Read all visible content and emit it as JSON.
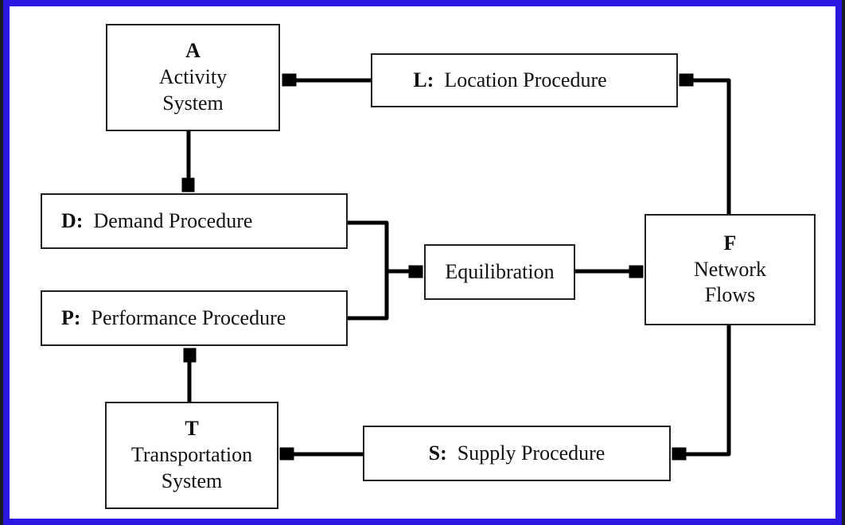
{
  "colors": {
    "frame_blue": "#2a17e0",
    "frame_edge_dark": "#1c1c28",
    "box_border": "#1f1f1f",
    "arrow": "#000000",
    "background": "#ffffff",
    "text": "#111111"
  },
  "nodes": {
    "activity_system": {
      "letter": "A",
      "line1": "Activity",
      "line2": "System"
    },
    "location_procedure": {
      "prefix": "L:",
      "label": "Location Procedure"
    },
    "demand_procedure": {
      "prefix": "D:",
      "label": "Demand Procedure"
    },
    "performance_procedure": {
      "prefix": "P:",
      "label": "Performance Procedure"
    },
    "equilibration": {
      "label": "Equilibration"
    },
    "network_flows": {
      "letter": "F",
      "line1": "Network",
      "line2": "Flows"
    },
    "transportation_system": {
      "letter": "T",
      "line1": "Transportation",
      "line2": "System"
    },
    "supply_procedure": {
      "prefix": "S:",
      "label": "Supply Procedure"
    }
  },
  "edges": [
    {
      "from": "location_procedure",
      "to": "activity_system"
    },
    {
      "from": "activity_system",
      "to": "demand_procedure"
    },
    {
      "from": "demand_procedure",
      "to": "equilibration",
      "via": "merge-bracket"
    },
    {
      "from": "performance_procedure",
      "to": "equilibration",
      "via": "merge-bracket"
    },
    {
      "from": "equilibration",
      "to": "network_flows"
    },
    {
      "from": "network_flows",
      "to": "location_procedure"
    },
    {
      "from": "network_flows",
      "to": "supply_procedure"
    },
    {
      "from": "supply_procedure",
      "to": "transportation_system"
    },
    {
      "from": "transportation_system",
      "to": "performance_procedure"
    }
  ]
}
